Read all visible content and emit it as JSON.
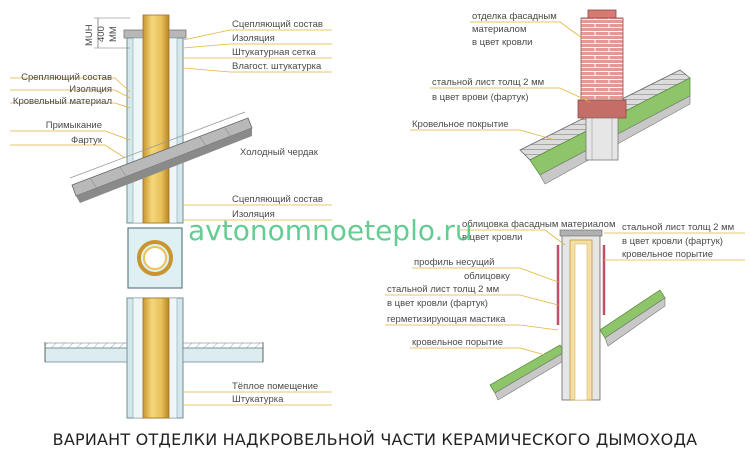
{
  "watermark": "avtonomnoeteplo.ru",
  "caption": "ВАРИАНТ ОТДЕЛКИ НАДКРОВЕЛЬНОЙ ЧАСТИ КЕРАМИЧЕСКОГО ДЫМОХОДА",
  "dimension": {
    "line1": "MUH",
    "line2": "400",
    "line3": "MM"
  },
  "left": {
    "coupling_top": "Сцепляющий состав",
    "insulation_top": "Изоляция",
    "mesh": "Штукатурная сетка",
    "waterproof_plaster": "Влагост. штукатурка",
    "coupling_left": "Срепляющий состав",
    "insulation_left": "Изоляция",
    "roofing_material": "Кровельный материал",
    "abutment": "Примыкание",
    "apron": "Фартук",
    "cold_attic": "Холодный чердак",
    "coupling_mid": "Сцепляющий состав",
    "insulation_mid": "Изоляция",
    "warm_room": "Тёплое помещение",
    "plaster": "Штукатурка"
  },
  "right_top": {
    "facade_1": "отделка фасадным",
    "facade_2": "материалом",
    "facade_3": "в цвет кровли",
    "steel_1": "стальной лист толщ 2 мм",
    "steel_2": "в цвет врови (фартук)",
    "roof_cover": "Кровельное покрытие"
  },
  "right_bottom": {
    "facing_1": "облицовка фасадным материалом",
    "facing_2": "в цвет кровли",
    "steel_r1": "стальной лист толщ 2 мм",
    "steel_r2": "в цвет кровли (фартук)",
    "roof_r": "кровельное порытие",
    "profile_1": "профиль несущий",
    "profile_2": "облицовку",
    "steel_l1": "стальной лист толщ 2 мм",
    "steel_l2": "в цвет кровли (фартук)",
    "mastic": "герметизирующая мастика",
    "roof_l": "кровельное порытие"
  },
  "colors": {
    "flue": "#e9c25a",
    "flue_dark": "#c9952e",
    "shell": "#cfe5ea",
    "roof": "#c0c0c0",
    "green": "#7fb85c",
    "brick": "#d67a72",
    "leader": "#e2b43c",
    "watermark": "#3fc07a"
  }
}
